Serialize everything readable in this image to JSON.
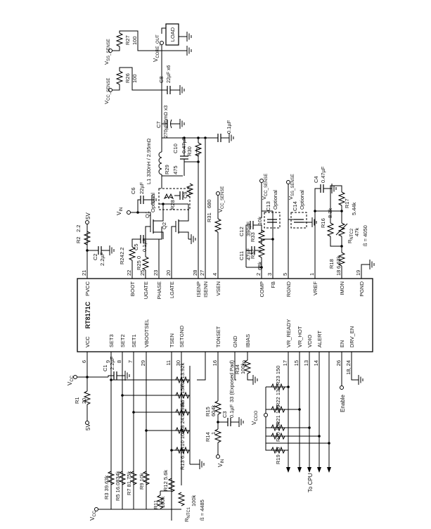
{
  "chip": {
    "name": "RT8171C",
    "top_pins": [
      {
        "num": "21",
        "name": "PVCC"
      },
      {
        "num": "22",
        "name": "BOOT"
      },
      {
        "num": "25",
        "name": "UGATE"
      },
      {
        "num": "23",
        "name": "PHASE"
      },
      {
        "num": "20",
        "name": "LGATE"
      },
      {
        "num": "28",
        "name": "ISENP"
      },
      {
        "num": "27",
        "name": "ISENN"
      },
      {
        "num": "4",
        "name": "VSEN"
      },
      {
        "num": "2",
        "name": "COMP"
      },
      {
        "num": "3",
        "name": "FB"
      },
      {
        "num": "5",
        "name": "RGND"
      },
      {
        "num": "1",
        "name": "VREF"
      },
      {
        "num": "18",
        "name": "IMON"
      },
      {
        "num": "19",
        "name": "PGND"
      }
    ],
    "bottom_pins": [
      {
        "num": "6",
        "name": "VCC"
      },
      {
        "num": "9",
        "name": "SET3"
      },
      {
        "num": "8",
        "name": "SET2"
      },
      {
        "num": "7",
        "name": "SET1"
      },
      {
        "num": "29",
        "name": "VBOOTSEL"
      },
      {
        "num": "11",
        "name": "TSEN"
      },
      {
        "num": "30",
        "name": "SETGND"
      },
      {
        "num": "16",
        "name": "TONSET"
      },
      {
        "num": "33 (Exposed Pad)",
        "name": "GND"
      },
      {
        "num": "10",
        "name": "IBIAS"
      },
      {
        "num": "17",
        "name": "VR_READY"
      },
      {
        "num": "15",
        "name": "VR_HOT"
      },
      {
        "num": "13",
        "name": "VDIO"
      },
      {
        "num": "14",
        "name": "ALERT"
      },
      {
        "num": "26",
        "name": "EN"
      },
      {
        "num": "18, 24",
        "name": "DRV_EN"
      }
    ]
  },
  "rails": {
    "vcc": "V",
    "vcc_sub": "CC",
    "vin": "V",
    "vin_sub": "IN",
    "vccio": "V",
    "vccio_sub": "CCIO",
    "five_v": "5V",
    "vcc_sense": "V",
    "vcc_sense_sub": "CC_SENSE",
    "vss_sense": "V",
    "vss_sense_sub": "SS_SENSE",
    "vcore_out": "V",
    "vcore_out_sub": "CORE_OUT"
  },
  "labels": {
    "load": "LOAD",
    "to_cpu": "To CPU",
    "enable": "Enable",
    "optional": "Optional"
  },
  "components": {
    "R27": {
      "ref": "R27",
      "val": "100"
    },
    "R26": {
      "ref": "R26",
      "val": "100"
    },
    "C8": {
      "ref": "C8",
      "val": "22µF x6"
    },
    "C7": {
      "ref": "C7",
      "val": "270µF/6mΩ x3"
    },
    "C_01": {
      "ref": "",
      "val": "0.1µF"
    },
    "C10": {
      "ref": "C10",
      "val": "0.47µF"
    },
    "R30": {
      "ref": "R30",
      "val": "475"
    },
    "L1": {
      "ref": "L1",
      "val": "330nH / 2.95mΩ"
    },
    "R29": {
      "ref": "R29",
      "val": "475"
    },
    "C6": {
      "ref": "C6",
      "val": "22µF"
    },
    "R28": {
      "ref": "R28",
      "val": ""
    },
    "C9": {
      "ref": "C9",
      "val": ""
    },
    "Q1": {
      "ref": "Q1",
      "val": ""
    },
    "Q2": {
      "ref": "Q2",
      "val": ""
    },
    "R2": {
      "ref": "R2",
      "val": "2.2"
    },
    "C2": {
      "ref": "C2",
      "val": "2.2µF"
    },
    "C5": {
      "ref": "C5",
      "val": "0.1µF"
    },
    "R24": {
      "ref": "R24",
      "val": "2.2"
    },
    "R25": {
      "ref": "R25",
      "val": "0"
    },
    "R31": {
      "ref": "R31",
      "val": "680"
    },
    "C13": {
      "ref": "C13",
      "val": ""
    },
    "C14": {
      "ref": "C14",
      "val": ""
    },
    "C12": {
      "ref": "C12",
      "val": "390pF"
    },
    "R33": {
      "ref": "R33",
      "val": "10k"
    },
    "C11": {
      "ref": "C11",
      "val": "47pF"
    },
    "R32": {
      "ref": "R32",
      "val": "68k"
    },
    "C4": {
      "ref": "C4",
      "val": "0.47µF"
    },
    "R16": {
      "ref": "R16",
      "val": "8.3k"
    },
    "R17": {
      "ref": "R17",
      "val": "5.44k"
    },
    "RNTC2": {
      "ref": "R",
      "ref_sub": "NTC2",
      "val": "47k"
    },
    "beta2": "ß = 4050",
    "R18": {
      "ref": "R18",
      "val": "6.63k"
    },
    "C1": {
      "ref": "C1",
      "val": "2.2µF"
    },
    "R1": {
      "ref": "R1",
      "val": "20"
    },
    "R4": {
      "ref": "R4",
      "val": "13.92k"
    },
    "R6": {
      "ref": "R6",
      "val": "1.15k"
    },
    "R8": {
      "ref": "R8",
      "val": "24.0698k"
    },
    "R10": {
      "ref": "R10",
      "val": "10k"
    },
    "R13": {
      "ref": "R13",
      "val": "6.2k"
    },
    "R3": {
      "ref": "R3",
      "val": "39.63k"
    },
    "R5": {
      "ref": "R5",
      "val": "16.0834k"
    },
    "R7": {
      "ref": "R7",
      "val": "81.75k"
    },
    "R9": {
      "ref": "R9",
      "val": "10k"
    },
    "R12": {
      "ref": "R12",
      "val": "5.6k"
    },
    "R11": {
      "ref": "R11",
      "val": "100k"
    },
    "RNTC1": {
      "ref": "R",
      "ref_sub": "NTC1",
      "val": "100k"
    },
    "beta1": "ß = 4485",
    "R15": {
      "ref": "R15",
      "val": "604k"
    },
    "C3": {
      "ref": "C3",
      "val": "0.1µF"
    },
    "R14": {
      "ref": "R14",
      "val": "1"
    },
    "R34": {
      "ref": "R34",
      "val": "100k"
    },
    "R23": {
      "ref": "R23",
      "val": "150"
    },
    "R22": {
      "ref": "R22",
      "val": "130"
    },
    "R21": {
      "ref": "R21",
      "val": "130"
    },
    "R20": {
      "ref": "R20",
      "val": "10k"
    },
    "R19": {
      "ref": "R19",
      "val": "75"
    }
  }
}
